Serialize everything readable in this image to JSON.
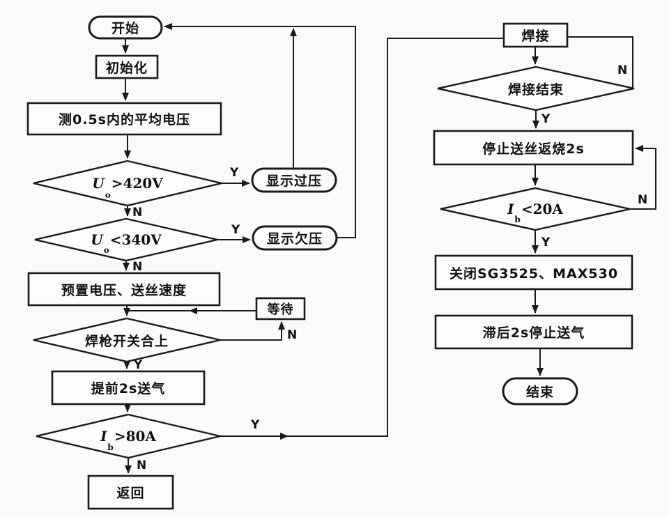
{
  "figure": {
    "type": "flowchart",
    "language": "zh"
  },
  "edge_labels": {
    "yes": "Y",
    "no": "N"
  },
  "nodes": {
    "start": {
      "label": "开始",
      "shape": "terminal"
    },
    "init": {
      "label": "初始化",
      "shape": "process"
    },
    "measure": {
      "label": "测0.5s内的平均电压",
      "shape": "process"
    },
    "overvolt_check": {
      "var": "U",
      "sub": "o",
      "cond": ">420V",
      "shape": "decision"
    },
    "show_over": {
      "label": "显示过压",
      "shape": "terminal"
    },
    "undervolt_check": {
      "var": "U",
      "sub": "o",
      "cond": "<340V",
      "shape": "decision"
    },
    "show_under": {
      "label": "显示欠压",
      "shape": "terminal"
    },
    "preset": {
      "label": "预置电压、送丝速度",
      "shape": "process"
    },
    "torch_switch": {
      "label": "焊枪开关合上",
      "shape": "decision"
    },
    "wait": {
      "label": "等待",
      "shape": "process"
    },
    "gas_pre": {
      "label": "提前2s送气",
      "shape": "process"
    },
    "arc_check": {
      "var": "I",
      "sub": "b",
      "cond": ">80A",
      "shape": "decision"
    },
    "return": {
      "label": "返回",
      "shape": "process"
    },
    "weld": {
      "label": "焊接",
      "shape": "process"
    },
    "weld_end_check": {
      "label": "焊接结束",
      "shape": "decision"
    },
    "burnback": {
      "label": "停止送丝返烧2s",
      "shape": "process"
    },
    "current_check": {
      "var": "I",
      "sub": "b",
      "cond": "<20A",
      "shape": "decision"
    },
    "shutdown": {
      "label": "关闭SG3525、MAX530",
      "shape": "process"
    },
    "gas_post": {
      "label": "滞后2s停止送气",
      "shape": "process"
    },
    "end": {
      "label": "结束",
      "shape": "terminal"
    }
  }
}
